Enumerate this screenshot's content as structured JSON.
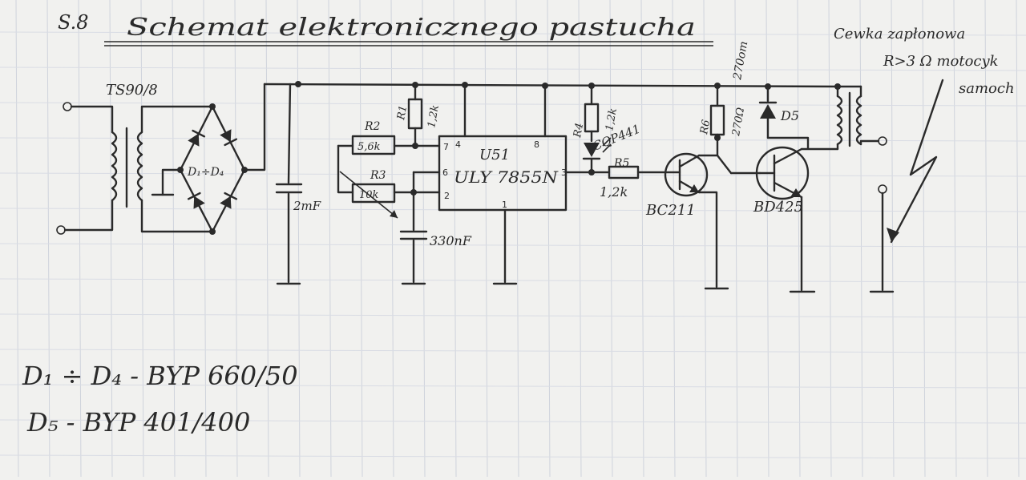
{
  "page_number": "S.8",
  "title": "Schemat elektronicznego pastucha",
  "transformer": {
    "label": "TS90/8"
  },
  "bridge": {
    "label": "D₁÷D₄"
  },
  "cap_main": {
    "label": "2mF"
  },
  "r1": {
    "name": "R1",
    "value": "1,2k"
  },
  "r2": {
    "name": "R2",
    "value": "5,6k"
  },
  "r3": {
    "name": "R3",
    "value": "10k"
  },
  "cap_timing": {
    "label": "330nF"
  },
  "ic": {
    "name": "U51",
    "part": "ULY 7855N",
    "pins": {
      "p7": "7",
      "p4": "4",
      "p8": "8",
      "p6": "6",
      "p2": "2",
      "p3": "3",
      "p1": "1"
    }
  },
  "r4": {
    "name": "R4",
    "value": "1,2k"
  },
  "led": {
    "label": "CQP441"
  },
  "r5": {
    "name": "R5",
    "value": "1,2k"
  },
  "t1": {
    "label": "BC211"
  },
  "r6": {
    "name": "R6",
    "value": "270Ω"
  },
  "r6_note": "270om",
  "d5": {
    "label": "D5"
  },
  "t2": {
    "label": "BD425"
  },
  "coil_note": {
    "line1": "Cewka zapłonowa",
    "line2": "R>3 Ω  motocyk",
    "line3": "samoch"
  },
  "legend": {
    "line1": "D₁ ÷ D₄  -  BYP 660/50",
    "line2": "D₅  -  BYP 401/400"
  }
}
